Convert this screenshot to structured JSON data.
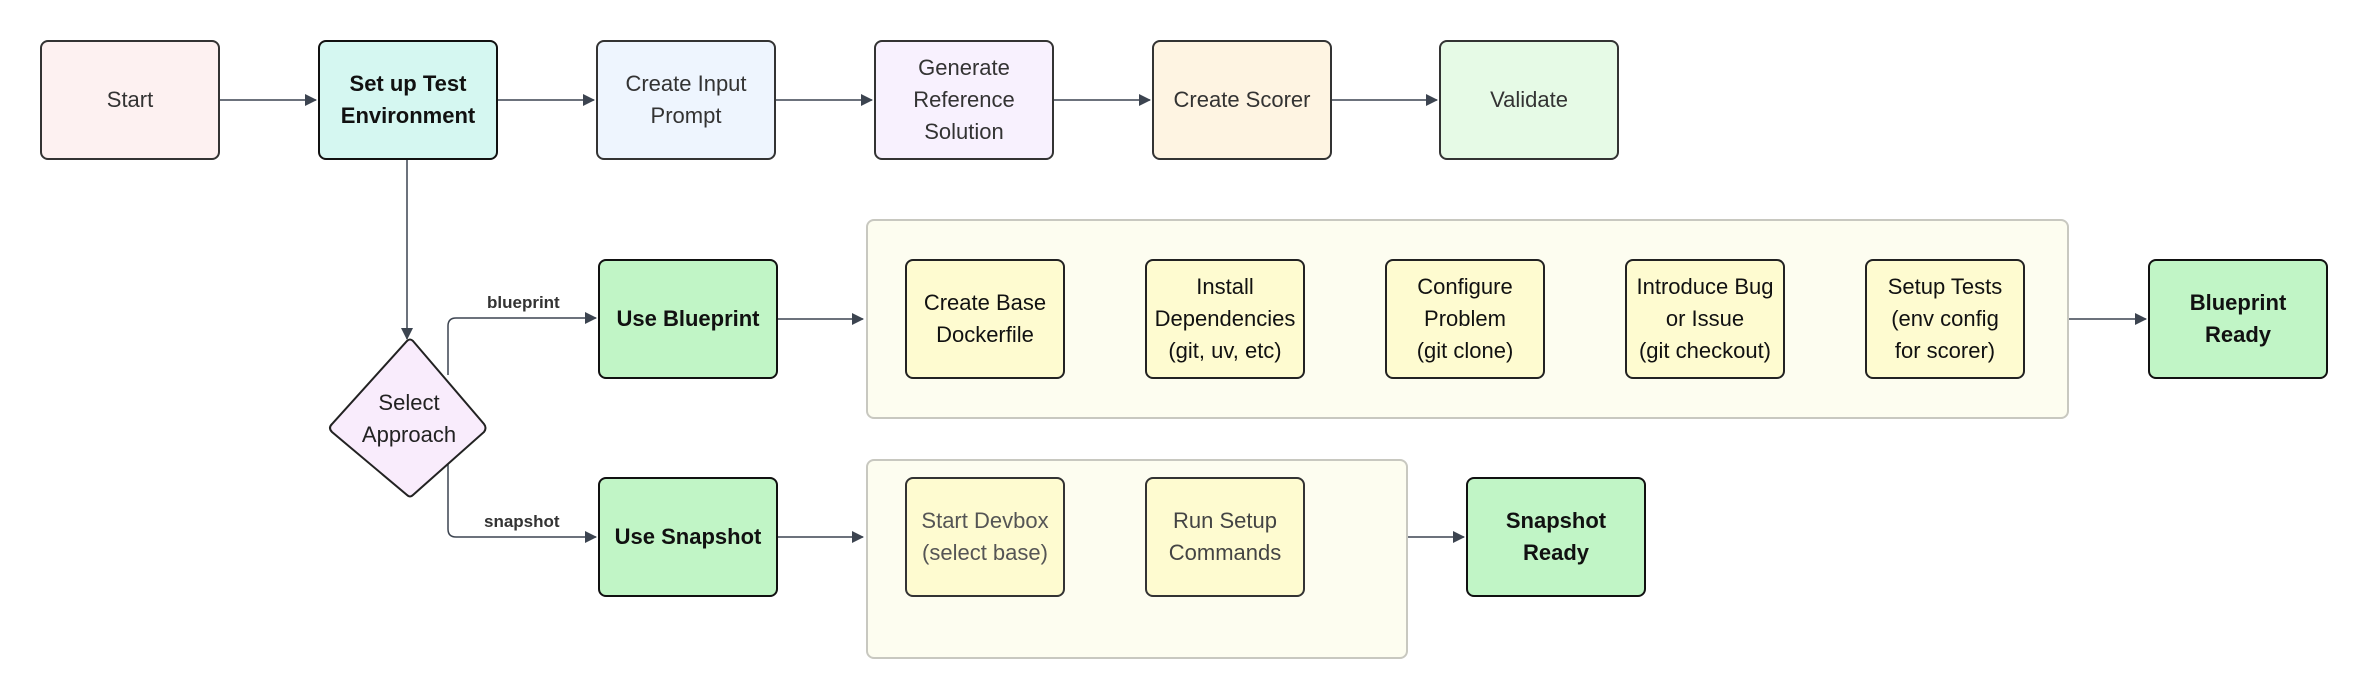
{
  "diagram": {
    "type": "flowchart",
    "top_row": [
      {
        "id": "start",
        "label": "Start",
        "fill": "#fdf1f1"
      },
      {
        "id": "setup",
        "label": "Set up Test\nEnvironment",
        "fill": "#d5f7f1"
      },
      {
        "id": "prompt",
        "label": "Create Input\nPrompt",
        "fill": "#eef5fe"
      },
      {
        "id": "reference",
        "label": "Generate\nReference\nSolution",
        "fill": "#f8f1fe"
      },
      {
        "id": "scorer",
        "label": "Create Scorer",
        "fill": "#fef4e2"
      },
      {
        "id": "validate",
        "label": "Validate",
        "fill": "#e6fae6"
      }
    ],
    "decision": {
      "id": "select",
      "label": "Select\nApproach",
      "fill": "#f9ecfc"
    },
    "branches": {
      "blueprint_label": "blueprint",
      "snapshot_label": "snapshot"
    },
    "blueprint": {
      "use": {
        "label": "Use Blueprint",
        "fill": "#c1f5c6"
      },
      "steps": [
        {
          "label": "Create Base\nDockerfile"
        },
        {
          "label": "Install\nDependencies\n(git, uv, etc)"
        },
        {
          "label": "Configure\nProblem\n(git clone)"
        },
        {
          "label": "Introduce Bug\nor Issue\n(git checkout)"
        },
        {
          "label": "Setup Tests\n(env config\nfor scorer)"
        }
      ],
      "ready": {
        "label": "Blueprint\nReady",
        "fill": "#c1f5c6"
      }
    },
    "snapshot": {
      "use": {
        "label": "Use Snapshot",
        "fill": "#c1f5c6"
      },
      "steps": [
        {
          "label": "Start Devbox\n(select base)"
        },
        {
          "label": "Run Setup\nCommands"
        }
      ],
      "ready": {
        "label": "Snapshot\nReady",
        "fill": "#c1f5c6"
      }
    },
    "colors": {
      "step_fill": "#fefbd0",
      "group_fill": "#fdfdf0",
      "edge": "#3c4450"
    }
  }
}
